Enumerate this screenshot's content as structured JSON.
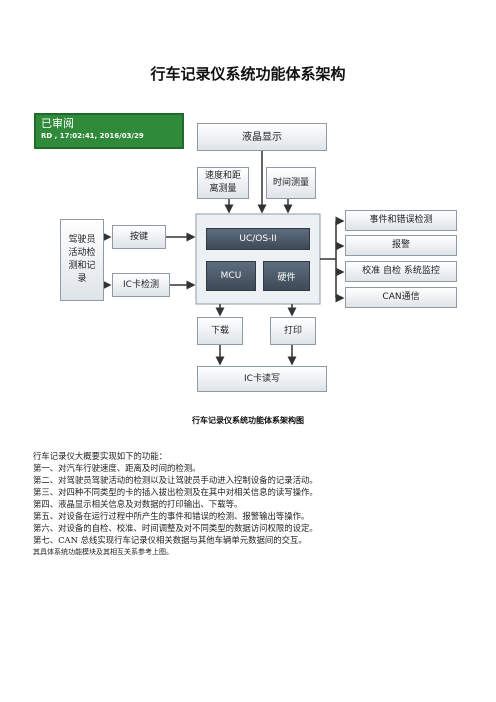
{
  "document": {
    "title": "行车记录仪系统功能体系架构",
    "caption": "行车记录仪系统功能体系架构图",
    "paragraphs": [
      "行车记录仪大概要实现如下的功能：",
      "第一、对汽车行驶速度、距离及时间的检测。",
      "第二、对驾驶员驾驶活动的检测以及让驾驶员手动进入控制设备的记录活动。",
      "第三、对四种不同类型的卡的插入拔出检测及在其中对相关信息的读写操作。",
      "第四、液晶显示相关信息及对数据的打印输出、下载等。",
      "第五、对设备在运行过程中所产生的事件和错误的检测、报警输出等操作。",
      "第六、对设备的自检、校准、时间调整及对不同类型的数据访问权限的设定。",
      "第七、CAN 总线实现行车记录仪相关数据与其他车辆单元数据间的交互。"
    ],
    "footnote": "其具体系统功能模块及其相互关系参考上图。"
  },
  "stamp": {
    "status": "已审阅",
    "detail": "RD , 17:02:41, 2016/03/29"
  },
  "diagram": {
    "lcd": "液晶显示",
    "speed": "速度和距离测量",
    "time": "时间测量",
    "driver": "驾驶员活动检测和记录",
    "keys": "按键",
    "ic_detect": "IC卡检测",
    "os": "UC/OS-II",
    "mcu": "MCU",
    "hardware": "硬件",
    "download": "下载",
    "print": "打印",
    "ic_rw": "IC卡读写",
    "event": "事件和错误检测",
    "alarm": "报警",
    "calib": "校准 自检 系统监控",
    "can": "CAN通信"
  },
  "colors": {
    "stamp_green": "#2f8a3a",
    "box_border": "#8f9aa5",
    "panel_dark": "#3d4a58"
  }
}
